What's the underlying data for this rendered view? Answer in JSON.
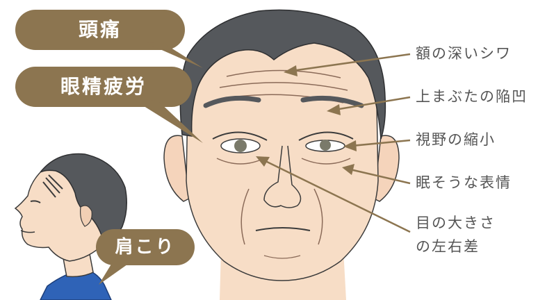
{
  "callouts": {
    "headache": "頭痛",
    "eye_strain": "眼精疲労",
    "stiff_shoulders": "肩こり"
  },
  "labels": {
    "forehead_wrinkles": "額の深いシワ",
    "sunken_eyelids": "上まぶたの陥凹",
    "narrowed_vision": "視野の縮小",
    "sleepy_expression": "眠そうな表情",
    "eye_size_diff_line1": "目の大きさ",
    "eye_size_diff_line2": "の左右差"
  },
  "colors": {
    "callout_fill": "#8c7550",
    "pointer_line": "#8c7550",
    "skin": "#f7ddc6",
    "hair": "#55585c",
    "shirt": "#2f63b7",
    "label_text": "#555555"
  }
}
